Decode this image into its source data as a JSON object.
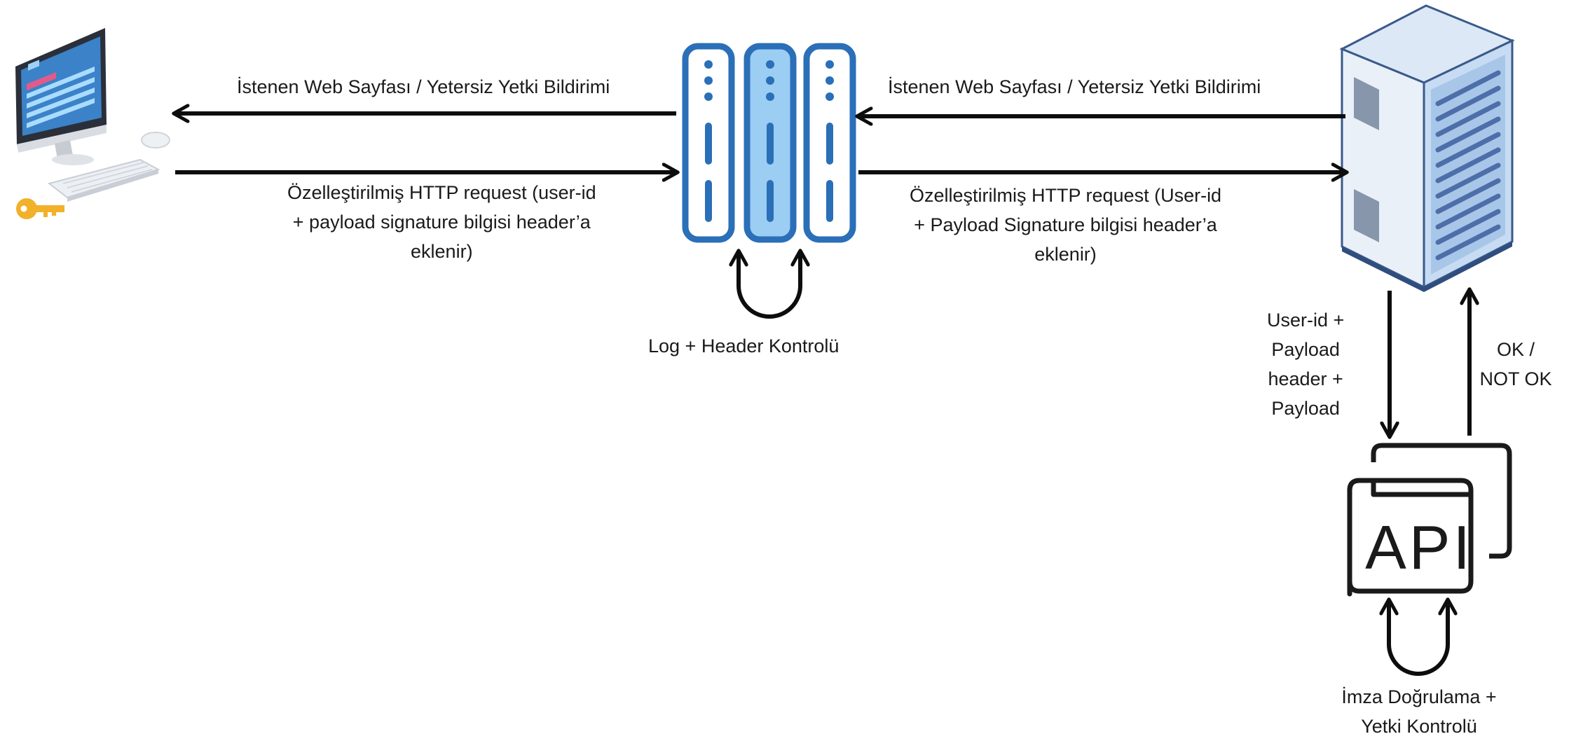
{
  "colors": {
    "arrow": "#0d0d0d",
    "proxy_stroke": "#2a6fb8",
    "proxy_fill": "#9ccdf2",
    "key": "#f2b12a",
    "rack_front": "#c7dcf2",
    "rack_side": "#e9f0f8",
    "rack_slots": "#4d6ea8"
  },
  "icons": {
    "client": "desktop-computer-icon",
    "key": "key-icon",
    "proxy": "proxy-server-icon",
    "server": "server-rack-icon",
    "api": "api-folder-icon"
  },
  "labels": {
    "top_left_response": "İstenen Web Sayfası / Yetersiz Yetki Bildirimi",
    "top_right_response": "İstenen Web Sayfası / Yetersiz Yetki Bildirimi",
    "left_request": [
      "Özelleştirilmiş HTTP request (user-id",
      "+ payload signature bilgisi header’a",
      "eklenir)"
    ],
    "right_request": [
      "Özelleştirilmiş HTTP request (User-id",
      "+ Payload Signature bilgisi header’a",
      "eklenir)"
    ],
    "proxy_loop": "Log + Header Kontrolü",
    "to_api": [
      "User-id +",
      "Payload",
      "header +",
      "Payload"
    ],
    "from_api": [
      "OK /",
      "NOT OK"
    ],
    "api_text": "API",
    "api_loop": [
      "İmza Doğrulama +",
      "Yetki Kontrolü"
    ]
  }
}
